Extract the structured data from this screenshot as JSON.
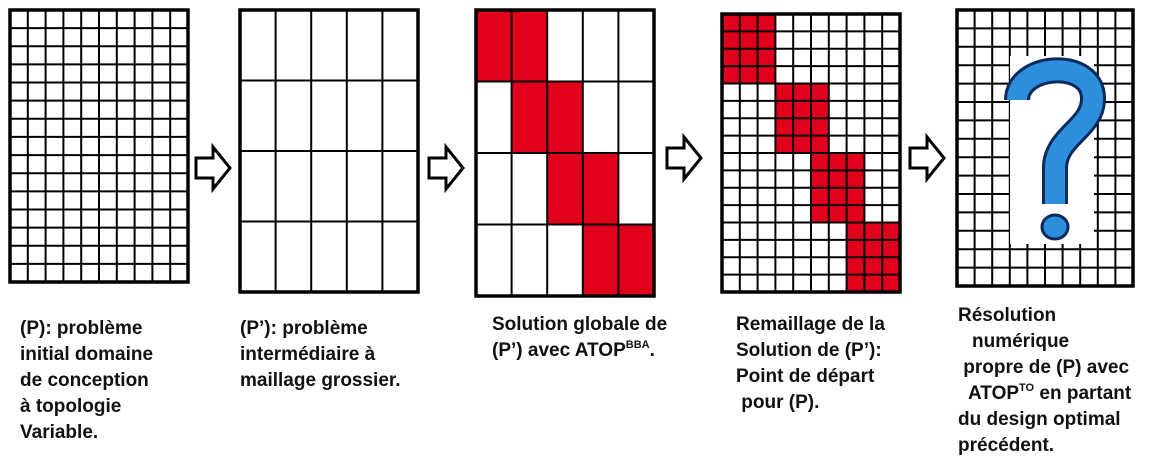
{
  "colors": {
    "grid_line": "#000000",
    "filled_cell": "#e0001b",
    "question_mark": "#2b8fdc",
    "question_mark_outline": "#0a2a5e"
  },
  "steps": [
    {
      "grid": {
        "cols": 10,
        "rows": 15
      },
      "caption_lines": [
        "(P): problème",
        "initial domaine",
        "de conception",
        "à topologie",
        "Variable."
      ]
    },
    {
      "grid": {
        "cols": 5,
        "rows": 4
      },
      "caption_lines": [
        "(P’): problème",
        "intermédiaire à",
        "maillage grossier."
      ]
    },
    {
      "grid": {
        "cols": 5,
        "rows": 4
      },
      "filled_cells": [
        [
          0,
          0
        ],
        [
          0,
          1
        ],
        [
          1,
          1
        ],
        [
          1,
          2
        ],
        [
          2,
          2
        ],
        [
          2,
          3
        ],
        [
          3,
          3
        ],
        [
          3,
          4
        ]
      ],
      "caption_line1": "Solution globale de",
      "caption_line2_pre": "(P’) avec ATOP",
      "caption_line2_sup": "BBA",
      "caption_line2_post": "."
    },
    {
      "grid": {
        "cols": 10,
        "rows": 16
      },
      "filled_blocks": [
        [
          0,
          0
        ],
        [
          1,
          1
        ],
        [
          2,
          2
        ],
        [
          3,
          3
        ]
      ],
      "caption_lines": [
        "Remaillage de la",
        "Solution de (P’):",
        "Point de départ",
        " pour (P)."
      ]
    },
    {
      "grid": {
        "cols": 10,
        "rows": 15
      },
      "icon": "question-mark-icon",
      "caption_line1": "Résolution",
      "caption_line2": "numérique",
      "caption_line3": " propre de (P) avec",
      "caption_line4_pre": "ATOP",
      "caption_line4_sup": "TO",
      "caption_line4_post": " en partant",
      "caption_line5": "du design optimal",
      "caption_line6": "précédent."
    }
  ],
  "arrows": [
    "right-arrow-icon",
    "right-arrow-icon",
    "right-arrow-icon",
    "right-arrow-icon"
  ]
}
